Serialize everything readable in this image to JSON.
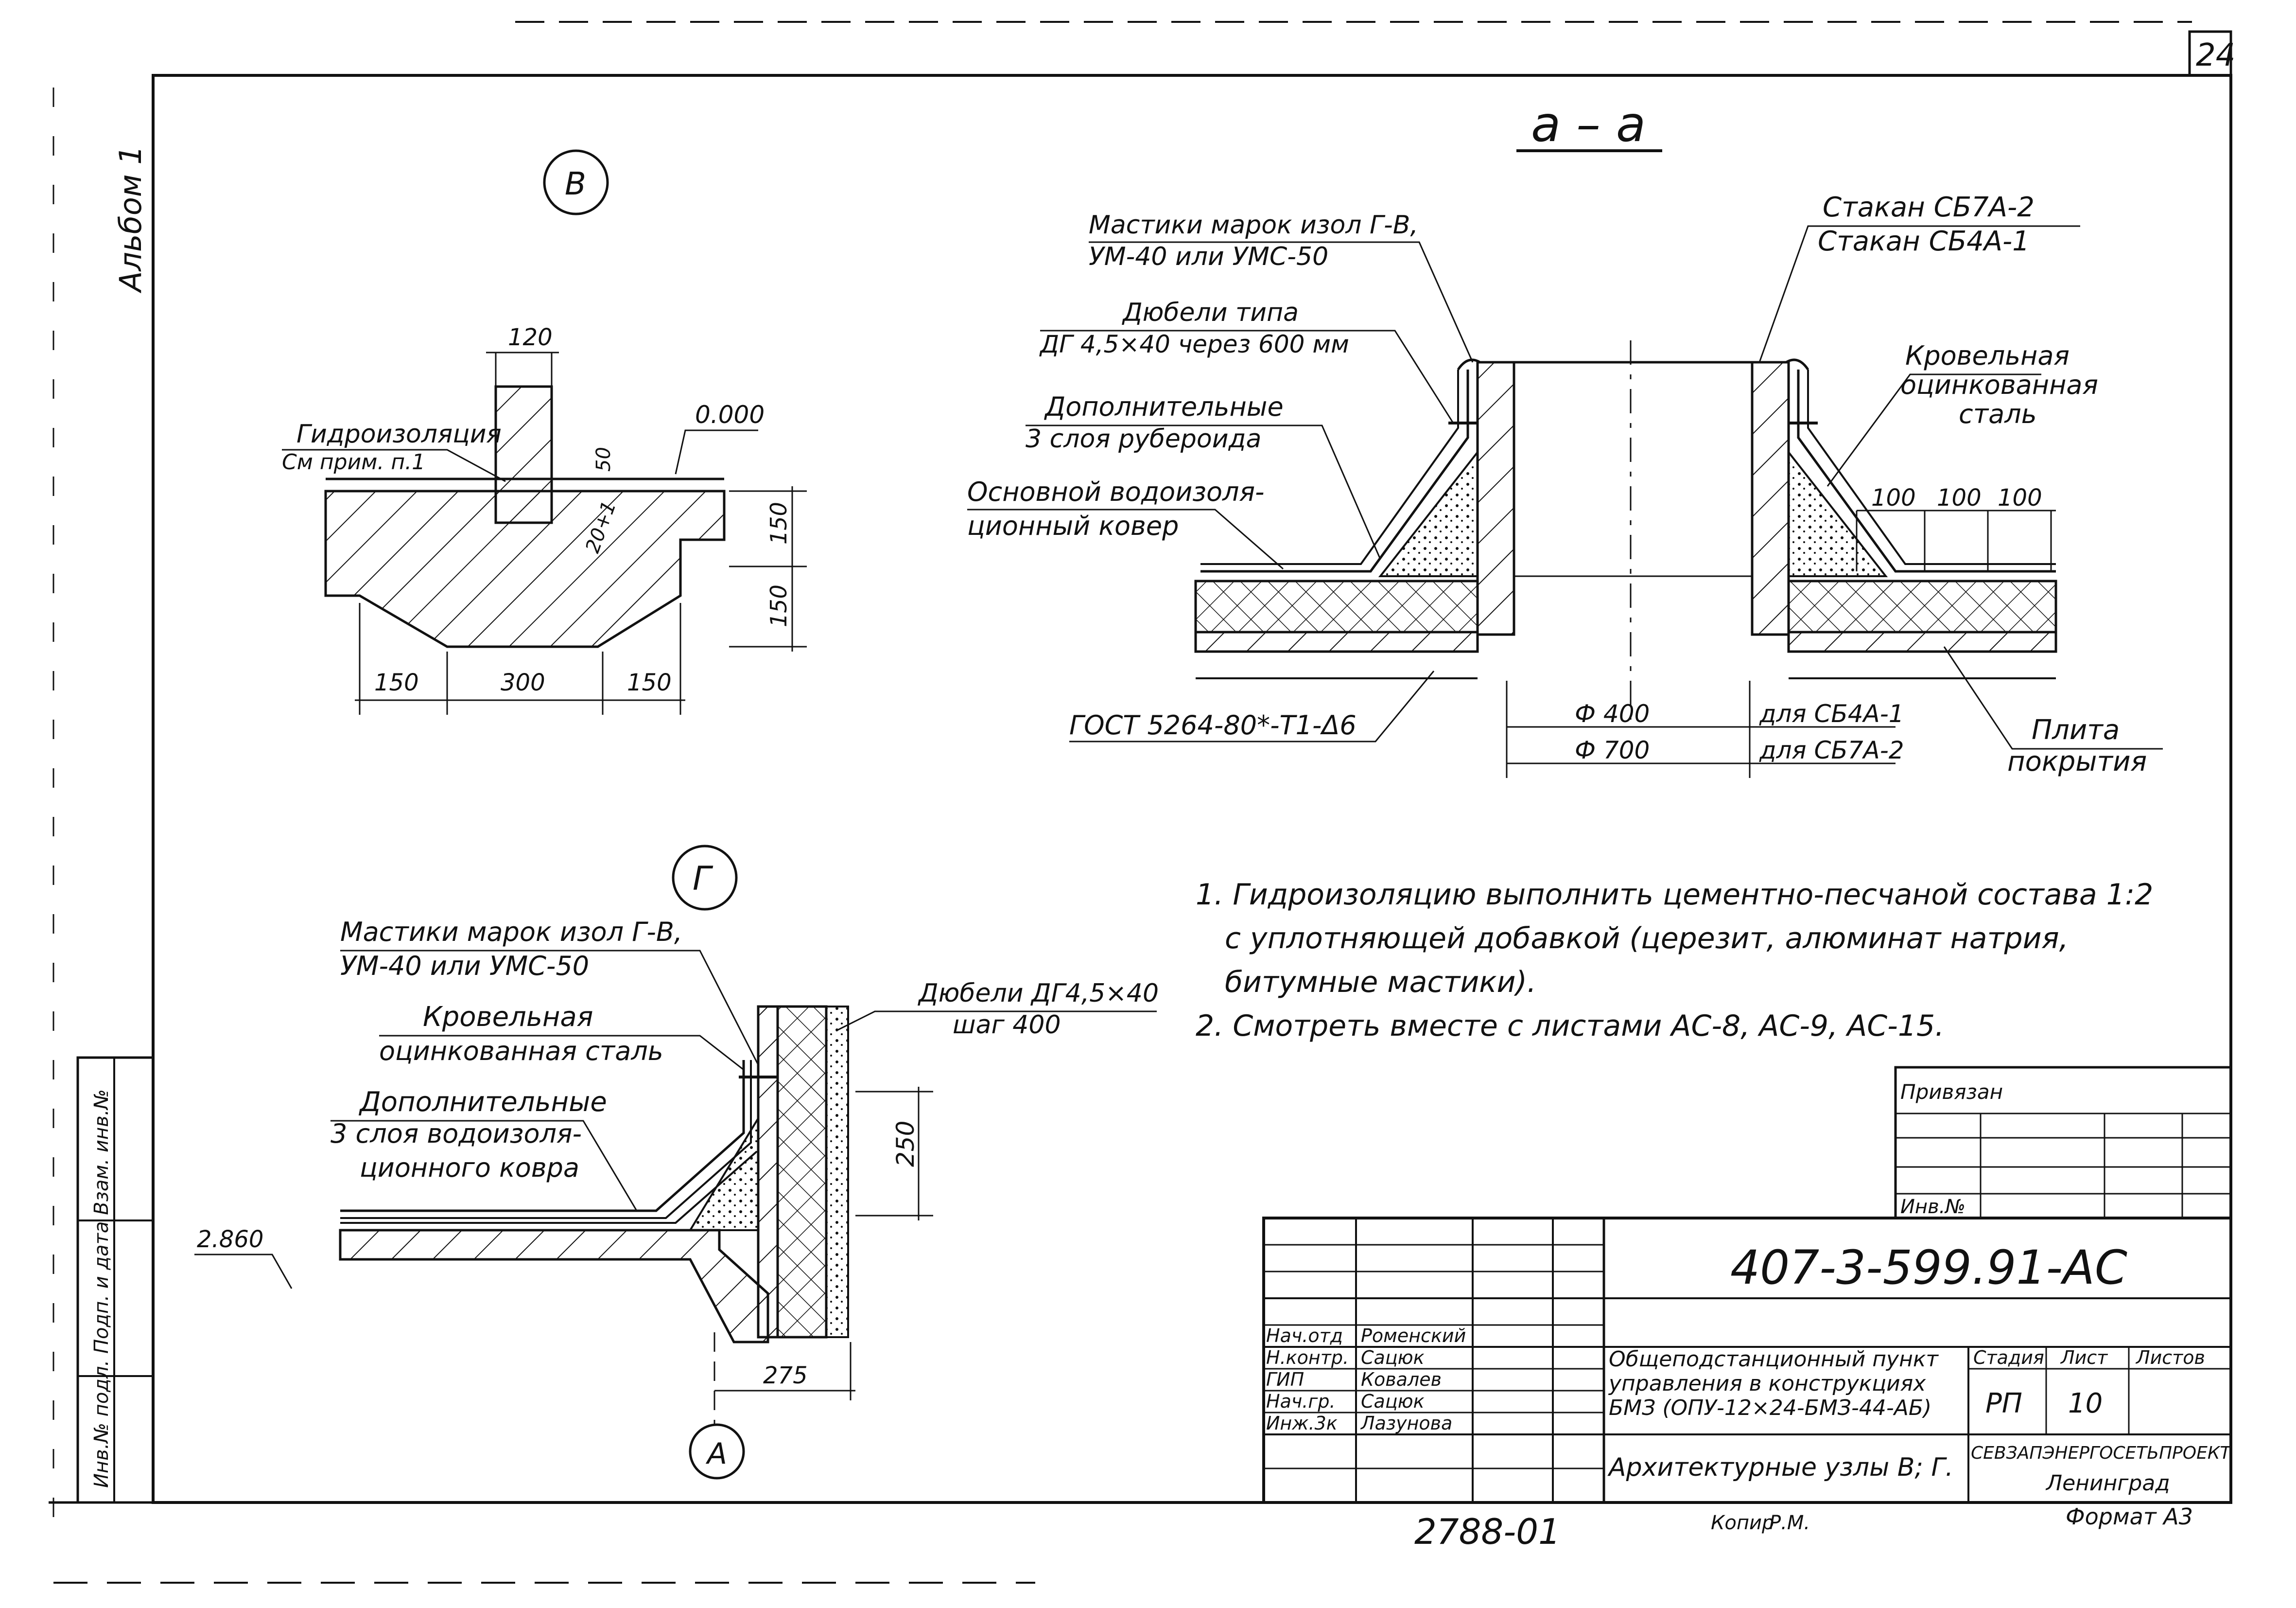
{
  "sheet": {
    "page_number": "24",
    "album_label": "Альбом 1",
    "side_stamp": "Инв.№ подл. Подп. и дата Взам. инв.№",
    "drawing_code": "407-3-599.91-АС",
    "bottom_number": "2788-01",
    "copy_label": "Копир",
    "copy_signature": "Р.М.",
    "format_label": "Формат А3"
  },
  "section_aa": {
    "title": "а – а",
    "label_mastic": [
      "Мастики марок изол Г-В,",
      "УМ-40 или УМС-50"
    ],
    "label_dowel": [
      "Дюбели типа",
      "ДГ 4,5×40 через 600 мм"
    ],
    "label_extra": [
      "Дополнительные",
      "3 слоя рубероида"
    ],
    "label_carpet": [
      "Основной водоизоля-",
      "ционный ковер"
    ],
    "label_glass": [
      "Стакан СБ7А-2",
      "Стакан СБ4А-1"
    ],
    "label_steel": [
      "Кровельная",
      "оцинкованная",
      "сталь"
    ],
    "label_slab": [
      "Плита",
      "покрытия"
    ],
    "label_gost": "ГОСТ 5264-80*-Т1-Δ6",
    "dim_d400": "Ф 400",
    "dim_d700": "Ф 700",
    "dim_for4": "для СБ4А-1",
    "dim_for7": "для СБ7А-2",
    "dim_100a": "100",
    "dim_100b": "100",
    "dim_100c": "100"
  },
  "node_v": {
    "marker": "В",
    "label_hydro": [
      "Гидроизоляция",
      "См прим. п.1"
    ],
    "level": "0.000",
    "dim_120": "120",
    "dim_50": "50",
    "dim_20": "20+1",
    "dim_150a": "150",
    "dim_150b": "150",
    "dim_b150l": "150",
    "dim_b300": "300",
    "dim_b150r": "150"
  },
  "node_g": {
    "marker": "Г",
    "label_mastic": [
      "Мастики марок изол Г-В,",
      "УМ-40 или УМС-50"
    ],
    "label_steel": [
      "Кровельная",
      "оцинкованная сталь"
    ],
    "label_extra": [
      "Дополнительные",
      "3 слоя водоизоля-",
      "ционного ковра"
    ],
    "label_dowel": [
      "Дюбели ДГ4,5×40",
      "шаг 400"
    ],
    "level": "2.860",
    "dim_250": "250",
    "dim_275": "275",
    "axis": "А"
  },
  "notes": [
    "1. Гидроизоляцию выполнить цементно-песчаной состава 1:2",
    "с уплотняющей добавкой (церезит, алюминат натрия,",
    "битумные мастики).",
    "2. Смотреть вместе с листами АС-8, АС-9, АС-15."
  ],
  "title_block": {
    "privyazan": "Привязан",
    "inv_no": "Инв.№",
    "roles": [
      "Нач.отд",
      "Н.контр.",
      "ГИП",
      "Нач.гр.",
      "Инж.3к"
    ],
    "names": [
      "Роменский",
      "Сацюк",
      "Ковалев",
      "Сацюк",
      "Лазунова"
    ],
    "project": [
      "Общеподстанционный пункт",
      "управления в конструкциях",
      "БМЗ (ОПУ-12×24-БМЗ-44-АБ)"
    ],
    "sheet_title": "Архитектурные узлы В; Г.",
    "stage_label": "Стадия",
    "list_label": "Лист",
    "lists_label": "Листов",
    "stage": "РП",
    "sheet_no": "10",
    "org": "СЕВЗАПЭНЕРГОСЕТЬПРОЕКТ",
    "city": "Ленинград"
  }
}
